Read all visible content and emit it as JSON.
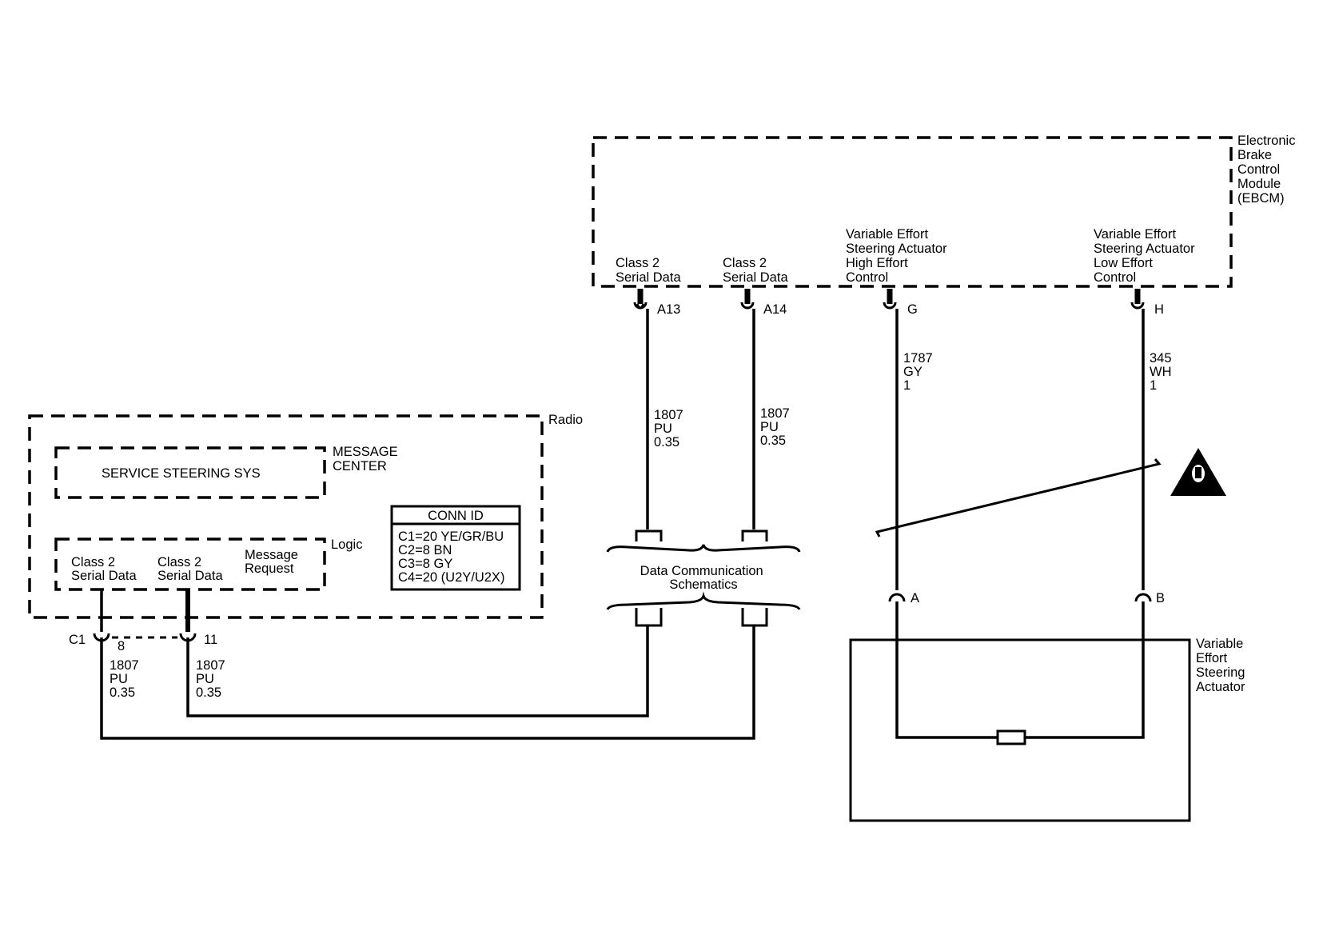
{
  "modules": {
    "ebcm": {
      "name_lines": [
        "Electronic",
        "Brake",
        "Control",
        "Module",
        "(EBCM)"
      ],
      "pins": {
        "a13": {
          "id": "A13",
          "function_lines": [
            "Class 2",
            "Serial Data"
          ]
        },
        "a14": {
          "id": "A14",
          "function_lines": [
            "Class 2",
            "Serial Data"
          ]
        },
        "g": {
          "id": "G",
          "function_lines": [
            "Variable Effort",
            "Steering Actuator",
            "High Effort",
            "Control"
          ]
        },
        "h": {
          "id": "H",
          "function_lines": [
            "Variable Effort",
            "Steering Actuator",
            "Low Effort",
            "Control"
          ]
        }
      }
    },
    "radio": {
      "name": "Radio",
      "message_center": {
        "title_lines": [
          "MESSAGE",
          "CENTER"
        ],
        "display_text": "SERVICE STEERING SYS"
      },
      "logic": {
        "title": "Logic",
        "labels": [
          [
            "Class 2",
            "Serial Data"
          ],
          [
            "Class 2",
            "Serial Data"
          ],
          [
            "Message",
            "Request"
          ]
        ]
      },
      "conn_id": {
        "title": "CONN ID",
        "rows": [
          "C1=20 YE/GR/BU",
          "C2=8 BN",
          "C3=8 GY",
          "C4=20 (U2Y/U2X)"
        ]
      },
      "connector": {
        "name": "C1",
        "pins": [
          "8",
          "11"
        ]
      }
    },
    "actuator": {
      "name_lines": [
        "Variable",
        "Effort",
        "Steering",
        "Actuator"
      ],
      "pins": [
        "A",
        "B"
      ]
    }
  },
  "wires": {
    "a13": [
      "1807",
      "PU",
      "0.35"
    ],
    "a14": [
      "1807",
      "PU",
      "0.35"
    ],
    "g": [
      "1787",
      "GY",
      "1"
    ],
    "h": [
      "345",
      "WH",
      "1"
    ],
    "radio_pin8": [
      "1807",
      "PU",
      "0.35"
    ],
    "radio_pin11": [
      "1807",
      "PU",
      "0.35"
    ]
  },
  "data_comm": {
    "label_lines": [
      "Data Communication",
      "Schematics"
    ]
  },
  "symbols": {
    "warning": "warning-triangle-icon",
    "resistor": "resistor-icon"
  }
}
